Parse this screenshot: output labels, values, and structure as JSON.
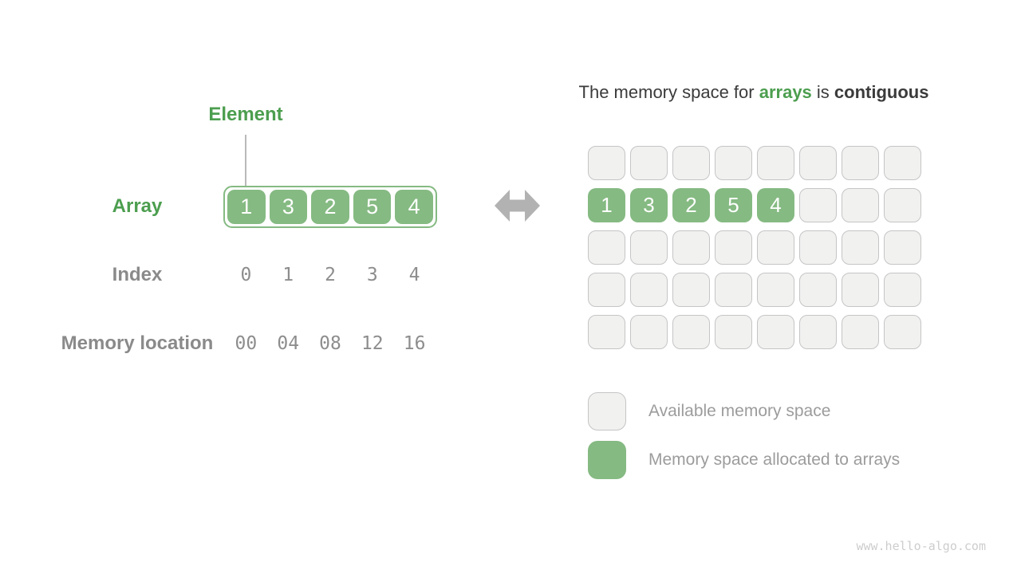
{
  "page": {
    "watermark": "www.hello-algo.com"
  },
  "colors": {
    "green_fill": "#85ba82",
    "green_text": "#4c9e4f",
    "gray_cell_fill": "#f1f1f0",
    "gray_cell_border": "#c5c5c5",
    "label_gray": "#8a8a8a",
    "number_gray": "#8d8d8d",
    "title_dark": "#3b3b3b",
    "legend_text_gray": "#9c9c9c",
    "arrow_gray": "#b2b2b2",
    "watermark_gray": "#cdcdcd"
  },
  "left_panel": {
    "element_label": "Element",
    "array_label": "Array",
    "index_label": "Index",
    "memory_label": "Memory location",
    "array_values": [
      "1",
      "3",
      "2",
      "5",
      "4"
    ],
    "index_values": [
      "0",
      "1",
      "2",
      "3",
      "4"
    ],
    "memory_values": [
      "00",
      "04",
      "08",
      "12",
      "16"
    ]
  },
  "right_panel": {
    "title": {
      "prefix": "The memory space for ",
      "highlight": "arrays",
      "middle": " is ",
      "emphasis": "contiguous"
    },
    "memory_grid": {
      "rows": 5,
      "cols": 8,
      "allocated_row_index": 1,
      "allocated_values": [
        "1",
        "3",
        "2",
        "5",
        "4"
      ]
    },
    "legend": [
      {
        "swatch": "available",
        "label": "Available memory space"
      },
      {
        "swatch": "allocated",
        "label": "Memory space allocated to arrays"
      }
    ]
  }
}
